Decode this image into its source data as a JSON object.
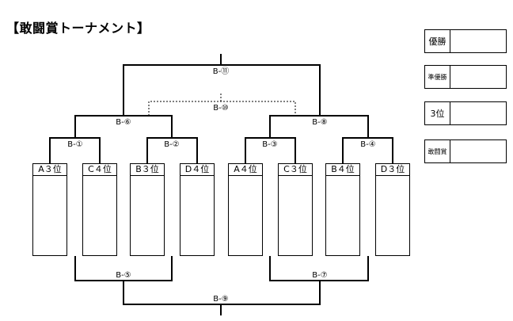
{
  "title": "【敢闘賞トーナメント】",
  "awards": [
    {
      "label": "優勝"
    },
    {
      "label": "準優勝"
    },
    {
      "label": "3位"
    },
    {
      "label": "敢闘賞"
    }
  ],
  "teams": [
    "A３位",
    "C４位",
    "B３位",
    "D４位",
    "A４位",
    "C３位",
    "B４位",
    "D３位"
  ],
  "matches": {
    "m1": "B-①",
    "m2": "B-②",
    "m3": "B-③",
    "m4": "B-④",
    "m5": "B-⑤",
    "m6": "B-⑥",
    "m7": "B-⑦",
    "m8": "B-⑧",
    "m9": "B-⑨",
    "m10": "B-⑩",
    "m11": "B-⑪"
  }
}
